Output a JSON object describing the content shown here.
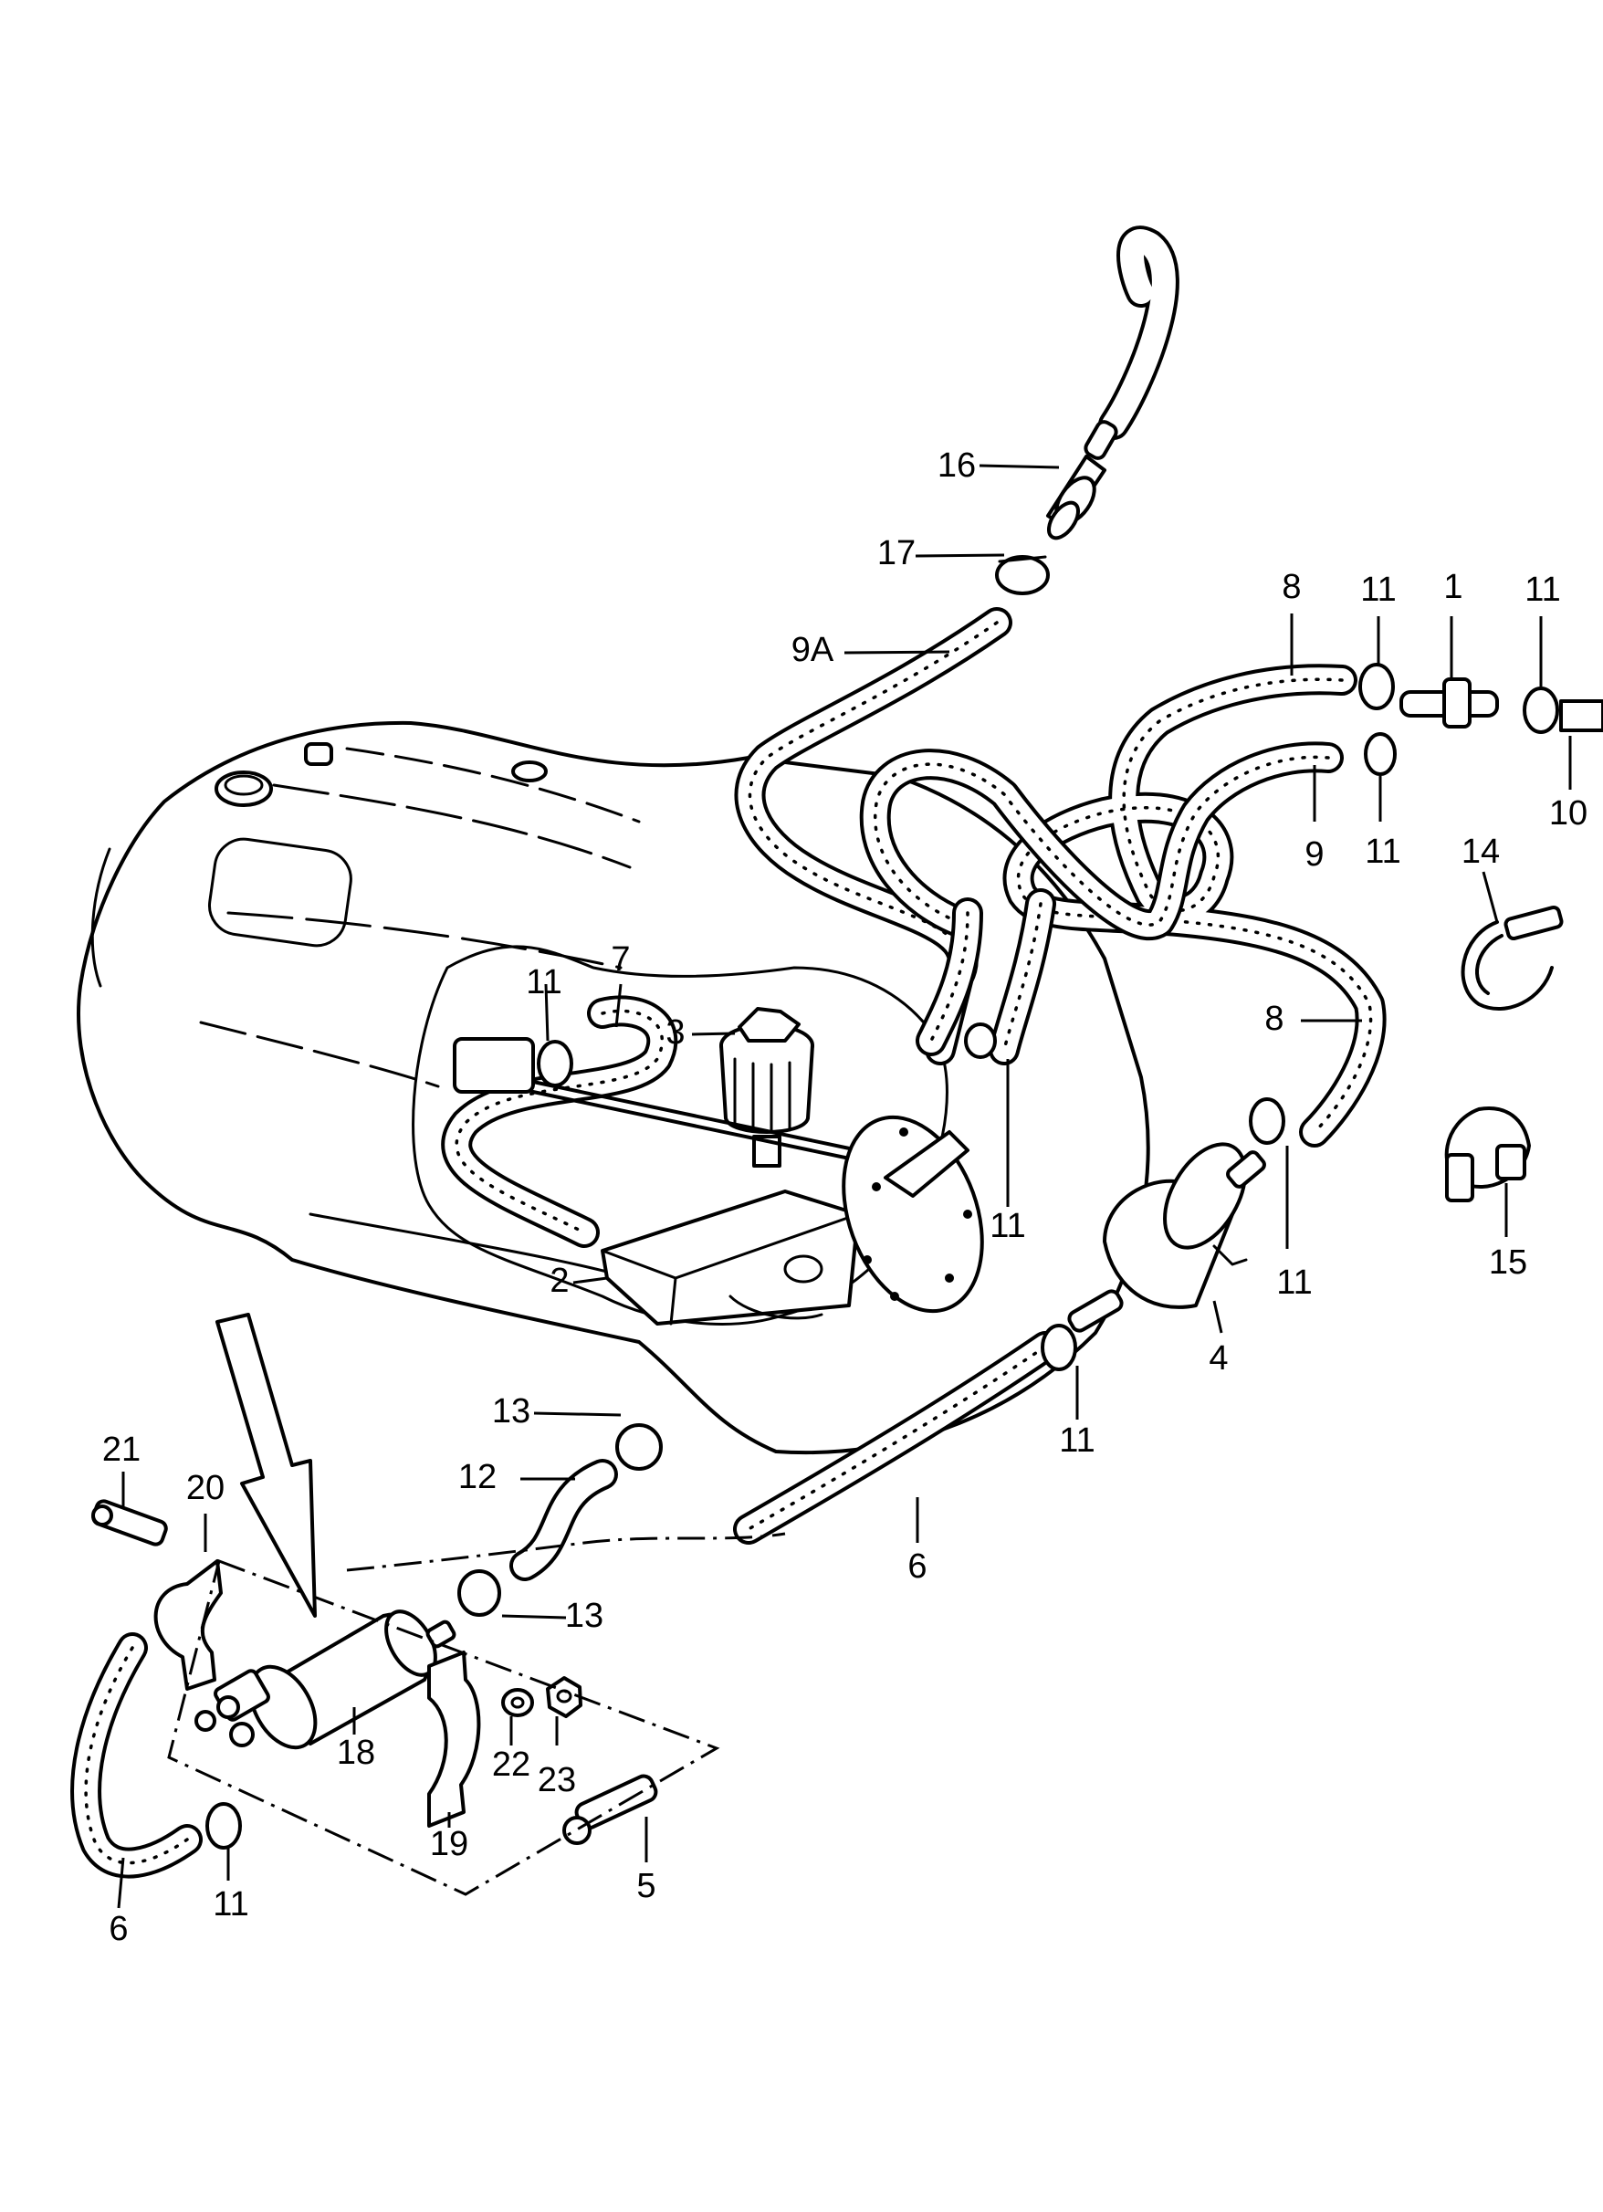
{
  "callouts": [
    {
      "id": "c-16",
      "text": "16"
    },
    {
      "id": "c-17",
      "text": "17"
    },
    {
      "id": "c-9A",
      "text": "9A"
    },
    {
      "id": "c-8-top",
      "text": "8"
    },
    {
      "id": "c-11-a",
      "text": "11"
    },
    {
      "id": "c-1",
      "text": "1"
    },
    {
      "id": "c-11-b",
      "text": "11"
    },
    {
      "id": "c-10",
      "text": "10"
    },
    {
      "id": "c-9",
      "text": "9"
    },
    {
      "id": "c-11-c",
      "text": "11"
    },
    {
      "id": "c-14",
      "text": "14"
    },
    {
      "id": "c-8-right",
      "text": "8"
    },
    {
      "id": "c-11-d",
      "text": "11"
    },
    {
      "id": "c-7",
      "text": "7"
    },
    {
      "id": "c-3",
      "text": "3"
    },
    {
      "id": "c-11-e",
      "text": "11"
    },
    {
      "id": "c-2",
      "text": "2"
    },
    {
      "id": "c-11-f",
      "text": "11"
    },
    {
      "id": "c-15",
      "text": "15"
    },
    {
      "id": "c-4",
      "text": "4"
    },
    {
      "id": "c-13-a",
      "text": "13"
    },
    {
      "id": "c-12",
      "text": "12"
    },
    {
      "id": "c-11-g",
      "text": "11"
    },
    {
      "id": "c-21",
      "text": "21"
    },
    {
      "id": "c-20",
      "text": "20"
    },
    {
      "id": "c-6-mid",
      "text": "6"
    },
    {
      "id": "c-13-b",
      "text": "13"
    },
    {
      "id": "c-18",
      "text": "18"
    },
    {
      "id": "c-22",
      "text": "22"
    },
    {
      "id": "c-23",
      "text": "23"
    },
    {
      "id": "c-19",
      "text": "19"
    },
    {
      "id": "c-5",
      "text": "5"
    },
    {
      "id": "c-11-h",
      "text": "11"
    },
    {
      "id": "c-6-low",
      "text": "6"
    }
  ]
}
